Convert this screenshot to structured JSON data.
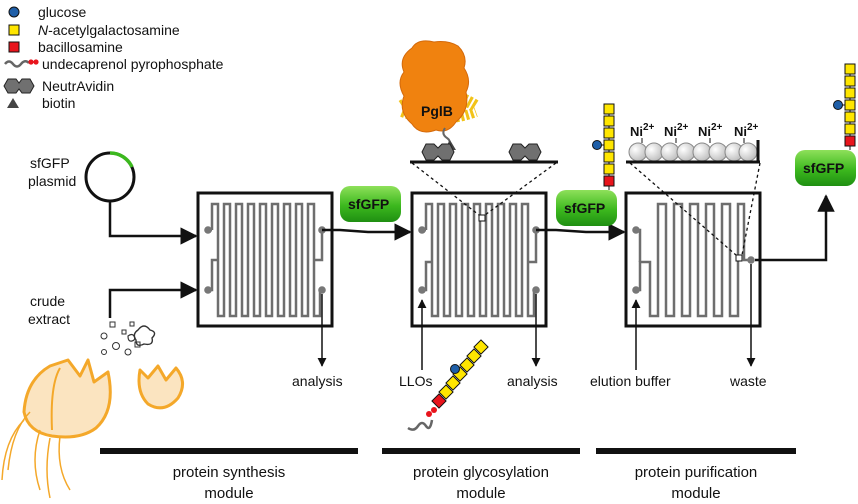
{
  "legend": {
    "items": [
      {
        "prefix": "",
        "italic": "",
        "text": "glucose",
        "icon": "circle-icon"
      },
      {
        "prefix": "",
        "italic": "N",
        "text": "-acetylgalactosamine",
        "icon": "square-icon"
      },
      {
        "prefix": "",
        "italic": "",
        "text": "bacillosamine",
        "icon": "square-icon"
      },
      {
        "prefix": "",
        "italic": "",
        "text": "undecaprenol pyrophosphate",
        "icon": "lipid-icon"
      },
      {
        "prefix": "",
        "italic": "",
        "text": "NeutrAvidin",
        "icon": "neutravidin-icon"
      },
      {
        "prefix": "",
        "italic": "",
        "text": "biotin",
        "icon": "triangle-icon"
      }
    ]
  },
  "labels": {
    "plasmid_line1": "sfGFP",
    "plasmid_line2": "plasmid",
    "extract_line1": "crude",
    "extract_line2": "extract",
    "sfgfp": "sfGFP",
    "pglb": "PglB",
    "analysis": "analysis",
    "llos": "LLOs",
    "elution_buffer": "elution buffer",
    "waste": "waste",
    "ni_ion": "Ni",
    "ni_charge": "2+"
  },
  "modules": [
    {
      "line1": "protein synthesis",
      "line2": "module"
    },
    {
      "line1": "protein glycosylation",
      "line2": "module"
    },
    {
      "line1": "protein purification",
      "line2": "module"
    }
  ],
  "colors": {
    "glucose": "#1f5fa8",
    "galnac": "#ffe600",
    "bacillosamine": "#e8141c",
    "sfgfp_green": "#3cb81e",
    "pglb_orange": "#f0820f",
    "lipid_yellow": "#f2c318",
    "cell_orange": "#f4a82a",
    "cell_fill": "#fbe4c0",
    "neutravidin_gray": "#707070"
  }
}
